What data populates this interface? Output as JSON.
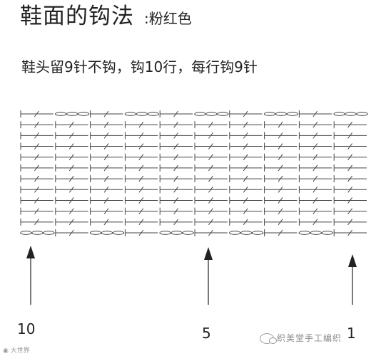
{
  "title": {
    "main": "鞋面的钩法",
    "color_note": ":粉红色"
  },
  "subtitle": "鞋头留9针不钩，钩10行，每行钩9针",
  "chart_data": {
    "type": "crochet-diagram",
    "rows": 10,
    "stitches_per_row": 9,
    "row_labels": [
      "10",
      "5",
      "1"
    ],
    "columns": 10,
    "line_color": "#444444"
  },
  "watermarks": {
    "right": "织美堂手工编织",
    "left": "大世界"
  }
}
